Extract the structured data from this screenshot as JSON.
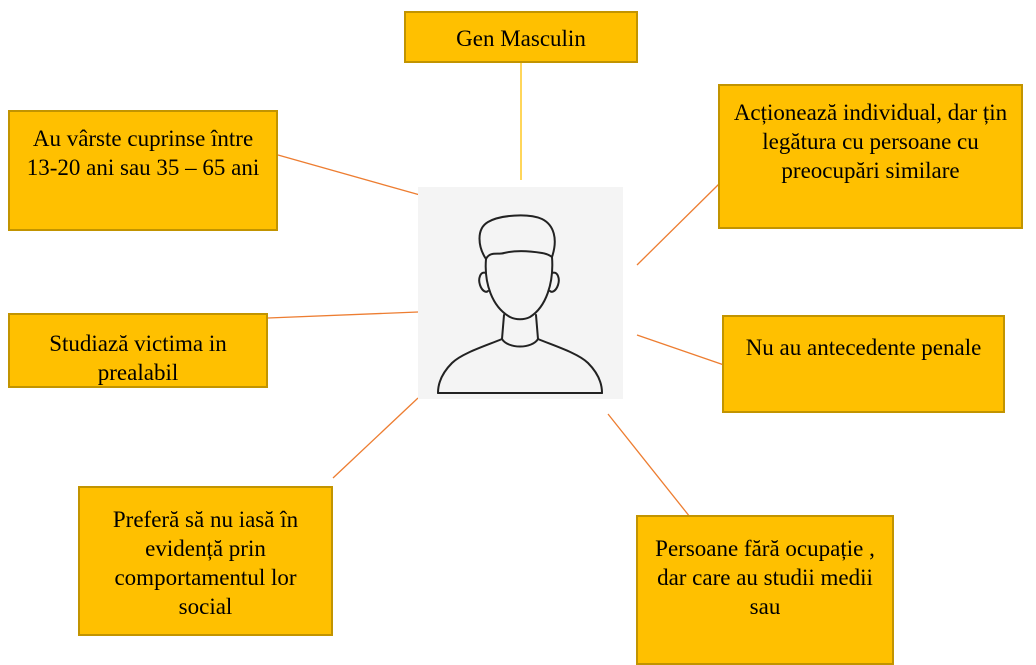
{
  "title": "",
  "center": {
    "icon": "male-person-silhouette-icon"
  },
  "nodes": {
    "gender": "Gen Masculin",
    "age": "Au vârste cuprinse între 13-20 ani sau 35 – 65 ani",
    "acts": "Acționează individual, dar țin legătura cu persoane cu preocupări similare",
    "studies": "Studiază victima in prealabil",
    "record": "Nu au antecedente penale",
    "prefers": "Preferă să nu iasă în  evidență prin comportamentul lor social",
    "occupation": "Persoane fără ocupație , dar care au studii medii sau"
  },
  "colors": {
    "box_fill": "#ffc000",
    "box_border": "#c29400",
    "connector": "#ed7d31",
    "connector_top": "#ffc000"
  }
}
